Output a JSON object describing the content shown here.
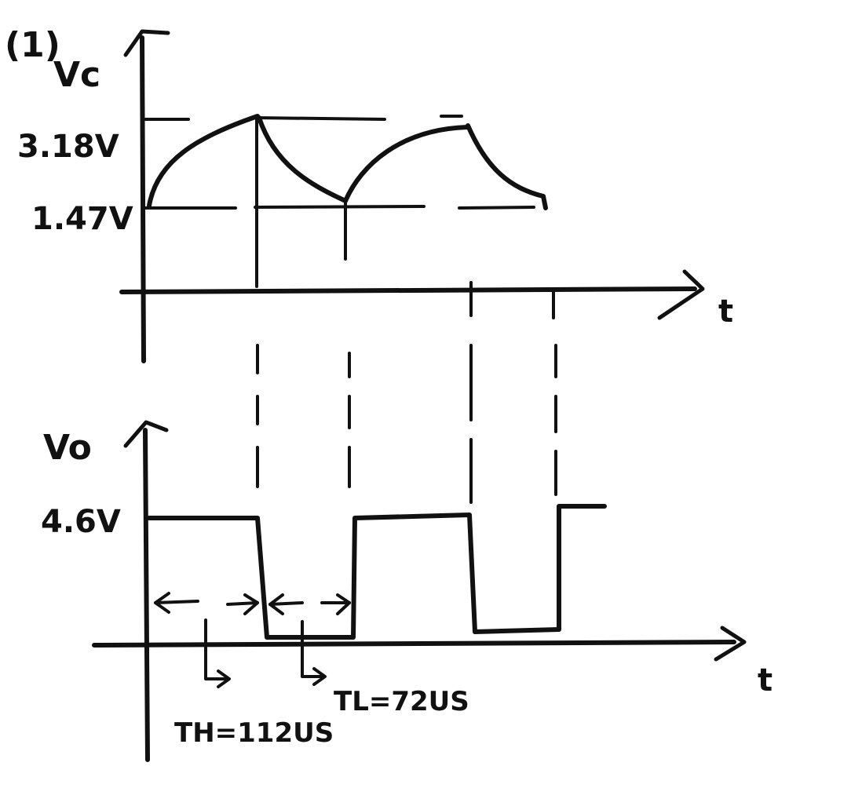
{
  "part_label": "(1)",
  "top_plot": {
    "y_axis_label": "Vc",
    "x_axis_label": "t",
    "level_high": "3.18V",
    "level_low": "1.47V"
  },
  "bottom_plot": {
    "y_axis_label": "Vo",
    "x_axis_label": "t",
    "level_high": "4.6V",
    "annotation_high_time": "TH=112US",
    "annotation_low_time": "TL=72US"
  },
  "colors": {
    "ink": "#111111",
    "paper": "#ffffff"
  }
}
